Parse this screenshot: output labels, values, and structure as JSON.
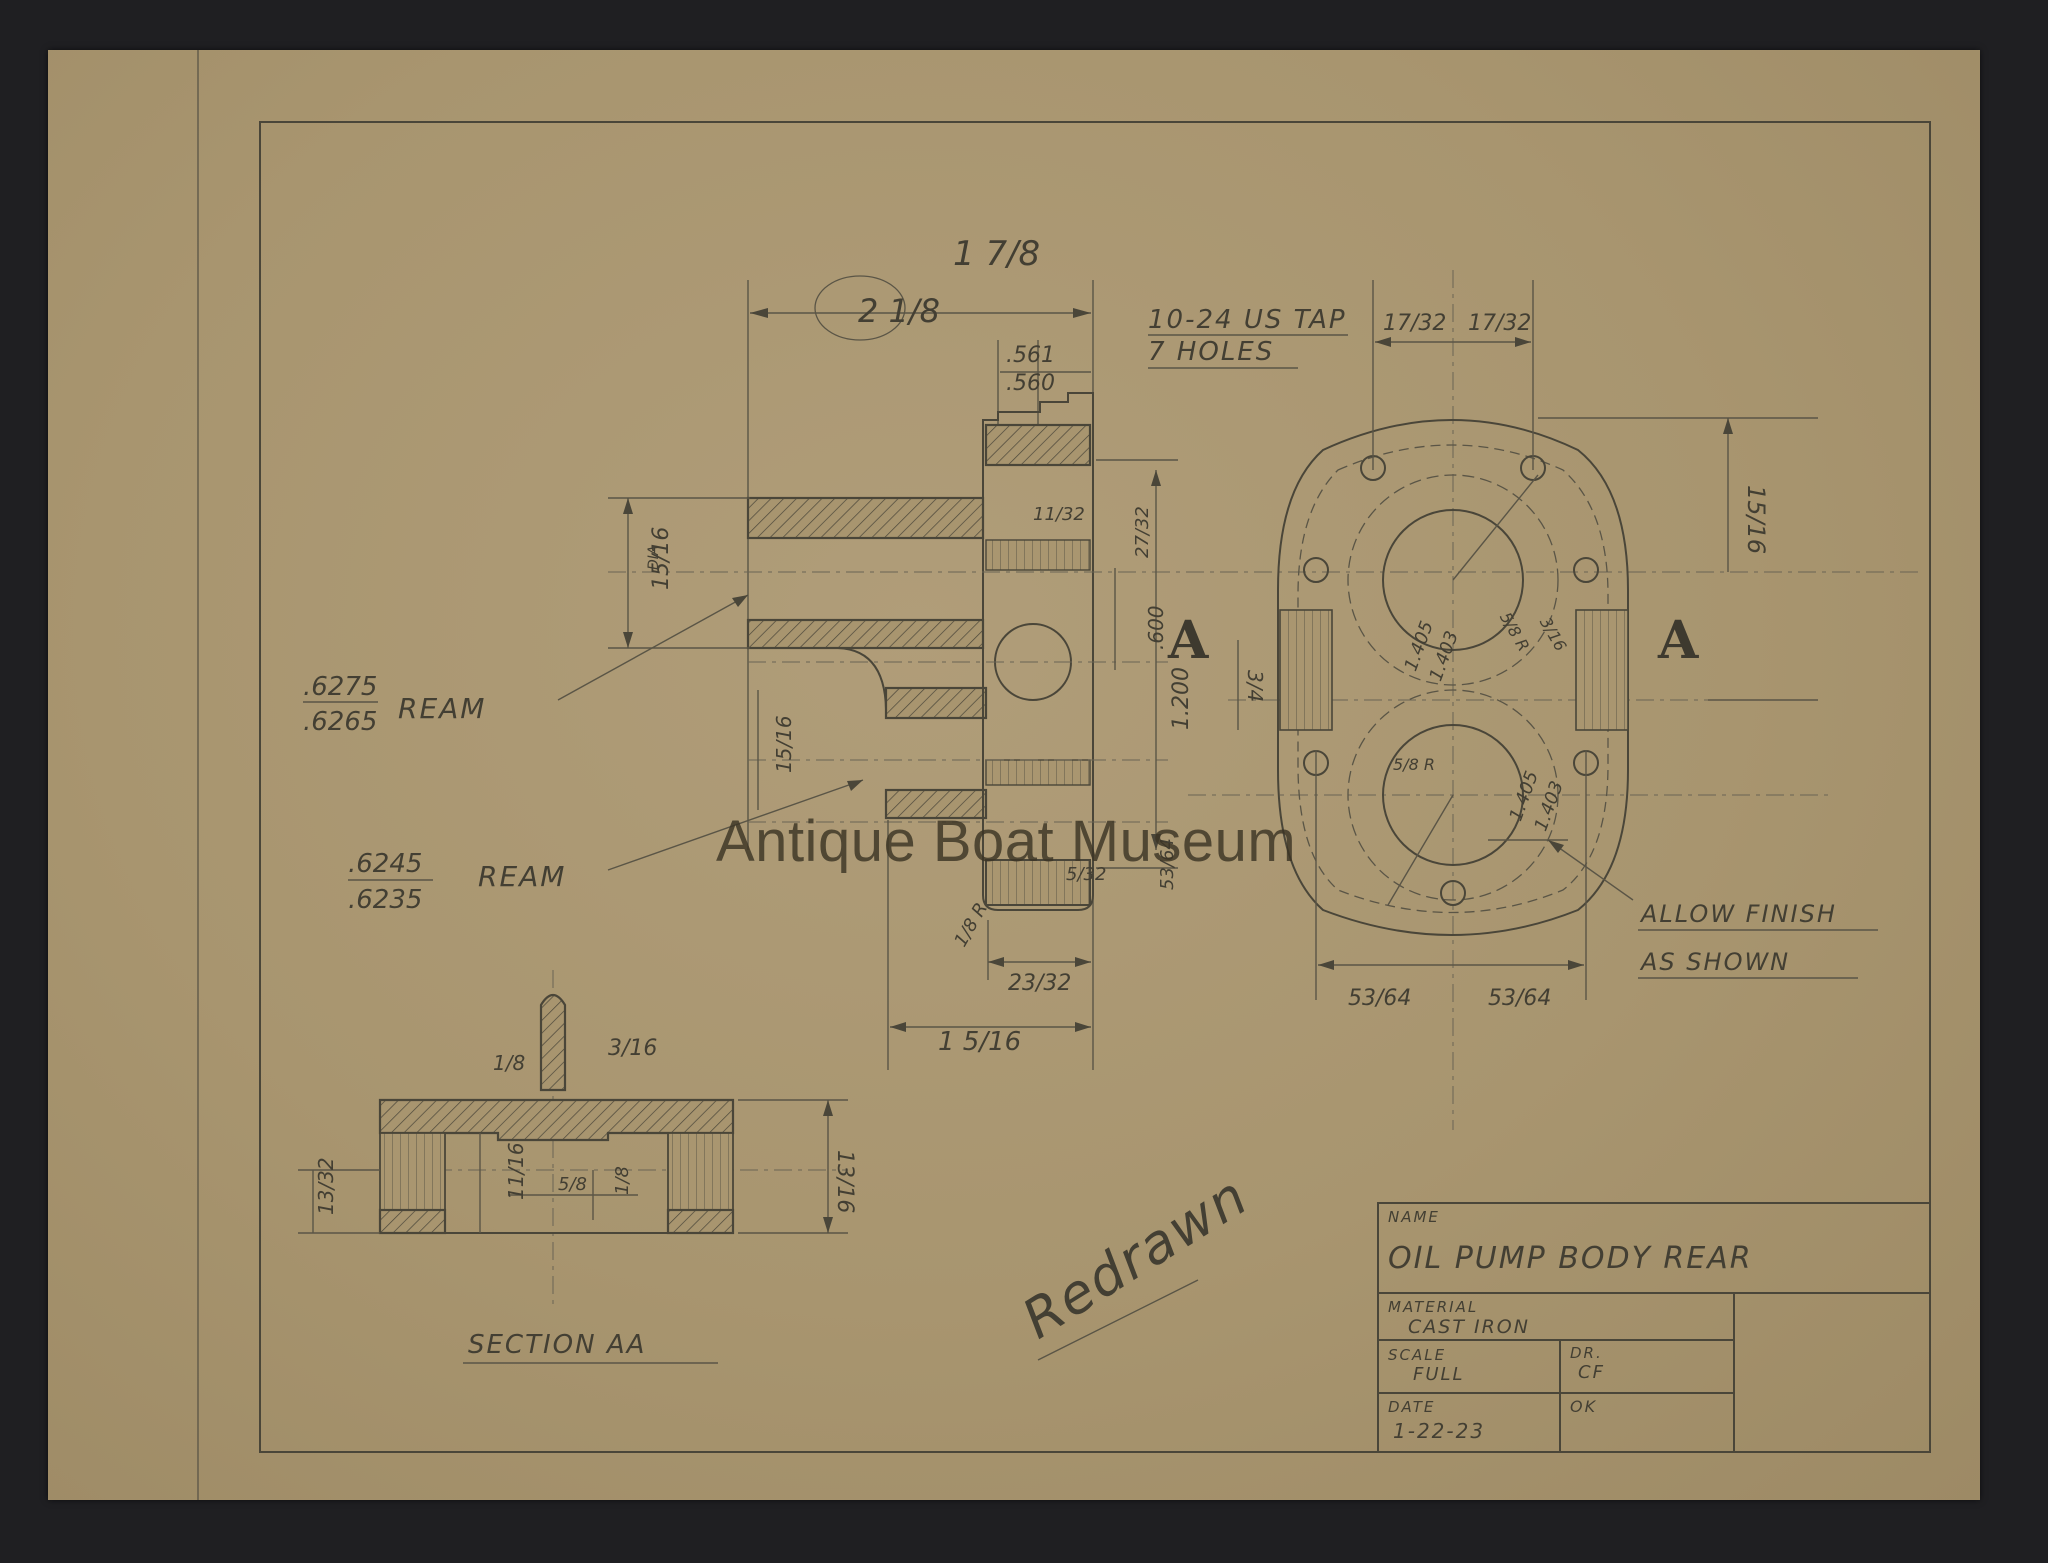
{
  "watermark": "Antique Boat Museum",
  "title_block": {
    "name_label": "NAME",
    "name": "OIL PUMP BODY REAR",
    "material_label": "MATERIAL",
    "material": "CAST IRON",
    "scale_label": "SCALE",
    "scale": "FULL",
    "dr_label": "DR.",
    "dr": "CF",
    "date_label": "DATE",
    "date": "1-22-23",
    "ok_label": "OK"
  },
  "notes": {
    "tap": "10-24 US TAP",
    "holes": "7 HOLES",
    "ream1_num": ".6275",
    "ream1_den": ".6265",
    "ream1_label": "REAM",
    "ream2_num": ".6245",
    "ream2_den": ".6235",
    "ream2_label": "REAM",
    "allow_finish": "ALLOW FINISH",
    "as_shown": "AS SHOWN",
    "section": "SECTION AA",
    "section_mark_left": "A",
    "section_mark_right": "A",
    "signature": "Redrawn"
  },
  "dimensions": {
    "overall_width": "2 1/8",
    "overall_width_alt": "1 7/8",
    "flange_num": ".561",
    "flange_den": ".560",
    "d_11_32": "11/32",
    "d_27_32": "27/32",
    "d_600": ".600",
    "d_1200": "1.200",
    "d_15_16_dia_a": "15/16",
    "d_15_16_dia_b": "15/16",
    "dia": "DIA",
    "d_5_32": "5/32",
    "d_53_64_side": "53/64",
    "d_1_8_r": "1/8 R",
    "d_23_32": "23/32",
    "d_1_5_16": "1 5/16",
    "d_17_32_l": "17/32",
    "d_17_32_r": "17/32",
    "d_15_16_top": "15/16",
    "d_3_4": "3/4",
    "d_1405_a": "1.405",
    "d_1403_a": "1.403",
    "d_1405_b": "1.405",
    "d_1403_b": "1.403",
    "d_5_8_r": "5/8 R",
    "d_3_16_r": "3/16",
    "d_5_8_r2": "5/8 R",
    "d_53_64_l": "53/64",
    "d_53_64_r": "53/64",
    "s_1_8": "1/8",
    "s_3_16": "3/16",
    "s_13_32": "13/32",
    "s_11_16": "11/16",
    "s_5_8": "5/8",
    "s_1_8b": "1/8",
    "s_13_16": "13/16"
  }
}
